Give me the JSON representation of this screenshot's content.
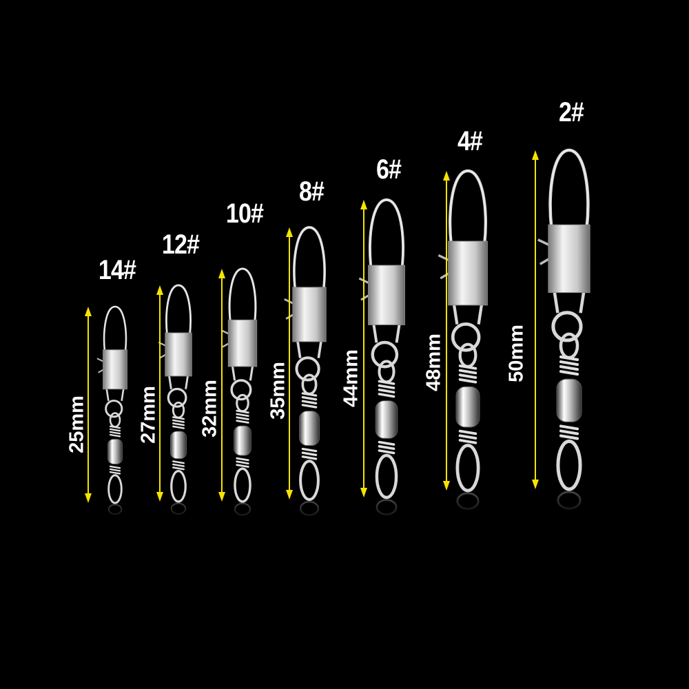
{
  "colors": {
    "background": "#000000",
    "arrow": "#f5e400",
    "text": "#ffffff",
    "metal": "#d8d8d8"
  },
  "swivels": [
    {
      "size": "14#",
      "length": "25mm"
    },
    {
      "size": "12#",
      "length": "27mm"
    },
    {
      "size": "10#",
      "length": "32mm"
    },
    {
      "size": "8#",
      "length": "35mm"
    },
    {
      "size": "6#",
      "length": "44mm"
    },
    {
      "size": "4#",
      "length": "48mm"
    },
    {
      "size": "2#",
      "length": "50mm"
    }
  ]
}
